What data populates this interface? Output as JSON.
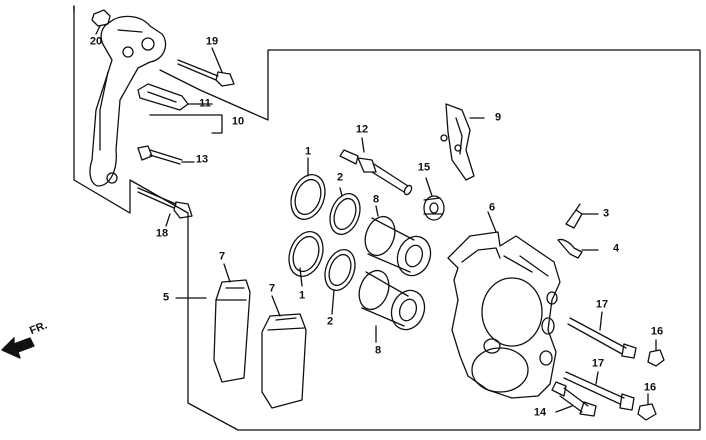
{
  "diagram": {
    "front_indicator": "FR.",
    "callouts": {
      "c1a": "1",
      "c1b": "1",
      "c2a": "2",
      "c2b": "2",
      "c3": "3",
      "c4": "4",
      "c5": "5",
      "c6": "6",
      "c7a": "7",
      "c7b": "7",
      "c8a": "8",
      "c8b": "8",
      "c9": "9",
      "c10": "10",
      "c11": "11",
      "c12": "12",
      "c13": "13",
      "c14": "14",
      "c15": "15",
      "c16a": "16",
      "c16b": "16",
      "c17a": "17",
      "c17b": "17",
      "c18": "18",
      "c19": "19",
      "c20": "20"
    },
    "colors": {
      "line": "#111111",
      "background": "#ffffff"
    }
  }
}
